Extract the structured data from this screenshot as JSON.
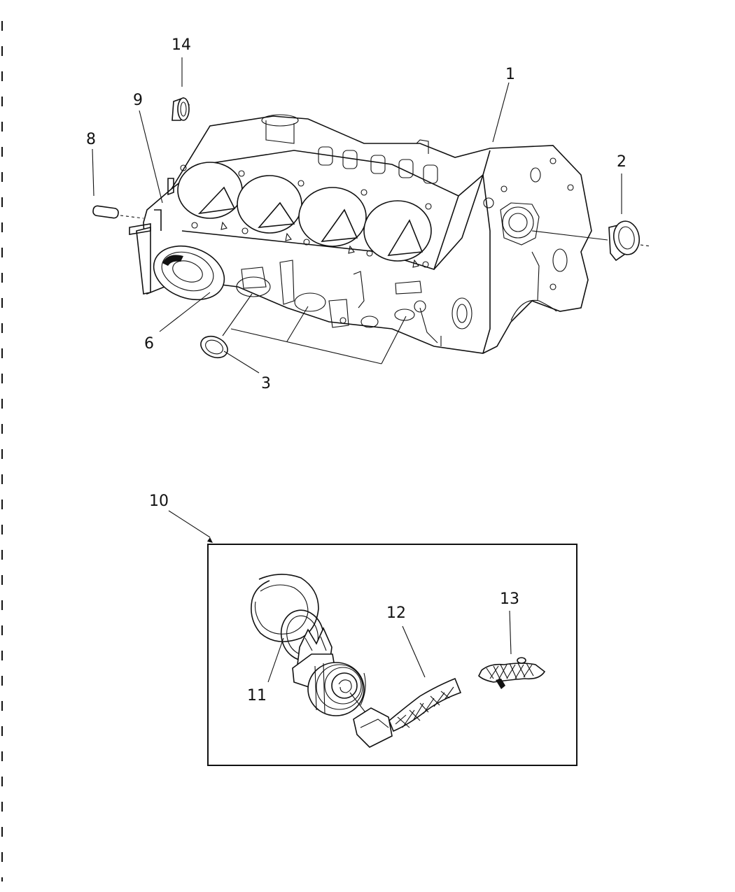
{
  "callouts": [
    {
      "id": "1",
      "text": "1"
    },
    {
      "id": "2",
      "text": "2"
    },
    {
      "id": "3",
      "text": "3"
    },
    {
      "id": "6",
      "text": "6"
    },
    {
      "id": "8",
      "text": "8"
    },
    {
      "id": "9",
      "text": "9"
    },
    {
      "id": "10",
      "text": "10"
    },
    {
      "id": "11",
      "text": "11"
    },
    {
      "id": "12",
      "text": "12"
    },
    {
      "id": "13",
      "text": "13"
    },
    {
      "id": "14",
      "text": "14"
    }
  ]
}
